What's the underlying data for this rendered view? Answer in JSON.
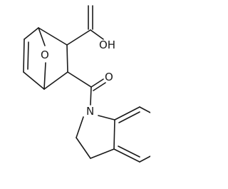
{
  "atoms": {
    "bridge_oxygen": "O",
    "carboxyl_hydroxyl": "OH",
    "carbonyl_oxygen": "O",
    "indoline_nitrogen": "N"
  }
}
